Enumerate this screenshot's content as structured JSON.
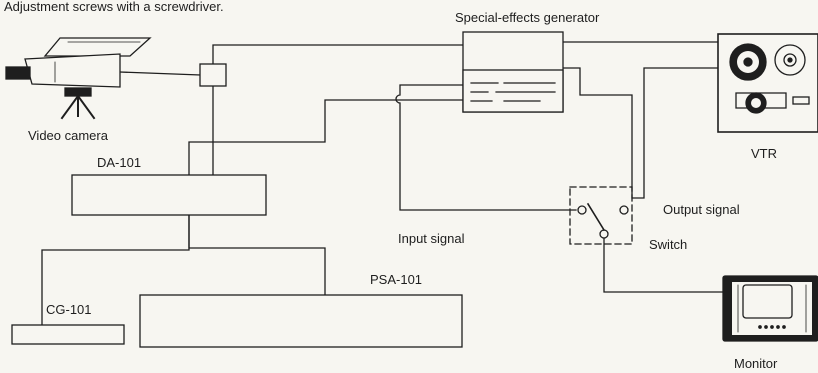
{
  "caption": "Adjustment screws with a screwdriver.",
  "labels": {
    "special_effects_generator": "Special-effects generator",
    "video_camera": "Video camera",
    "vtr": "VTR",
    "da101": "DA-101",
    "psa101": "PSA-101",
    "cg101": "CG-101",
    "input_signal": "Input signal",
    "output_signal": "Output signal",
    "switch": "Switch",
    "monitor": "Monitor"
  },
  "icons": {
    "camera": "video-camera-icon",
    "tripod": "tripod-icon",
    "vtr": "vtr-reel-icon",
    "monitor": "monitor-icon",
    "switch": "switch-icon"
  },
  "colors": {
    "line": "#1e1e1e",
    "background": "#f7f6f1"
  }
}
